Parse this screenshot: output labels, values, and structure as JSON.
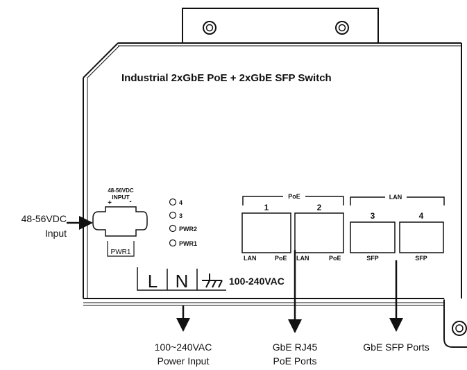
{
  "device": {
    "title": "Industrial 2xGbE PoE + 2xGbE SFP Switch"
  },
  "dc_input": {
    "header_line1": "48-56VDC",
    "header_line2": "INPUT",
    "plus": "+",
    "minus": "-",
    "label": "PWR1"
  },
  "leds": [
    "4",
    "3",
    "PWR2",
    "PWR1"
  ],
  "port_groups": {
    "poe": {
      "label": "PoE",
      "ports": [
        {
          "number": "1",
          "left": "LAN",
          "right": "PoE"
        },
        {
          "number": "2",
          "left": "LAN",
          "right": "PoE"
        }
      ]
    },
    "lan": {
      "label": "LAN",
      "ports": [
        {
          "number": "3",
          "bottom": "SFP"
        },
        {
          "number": "4",
          "bottom": "SFP"
        }
      ]
    }
  },
  "ac_terminal": {
    "l": "L",
    "n": "N",
    "ground_icon": "ground-symbol-icon",
    "label": "100-240VAC"
  },
  "callouts": {
    "dc_input": [
      "48-56VDC",
      "Input"
    ],
    "ac_input": [
      "100~240VAC",
      "Power Input"
    ],
    "rj45": [
      "GbE RJ45",
      "PoE Ports"
    ],
    "sfp": [
      "GbE SFP Ports"
    ]
  },
  "colors": {
    "line": "#111111",
    "background": "#ffffff"
  }
}
